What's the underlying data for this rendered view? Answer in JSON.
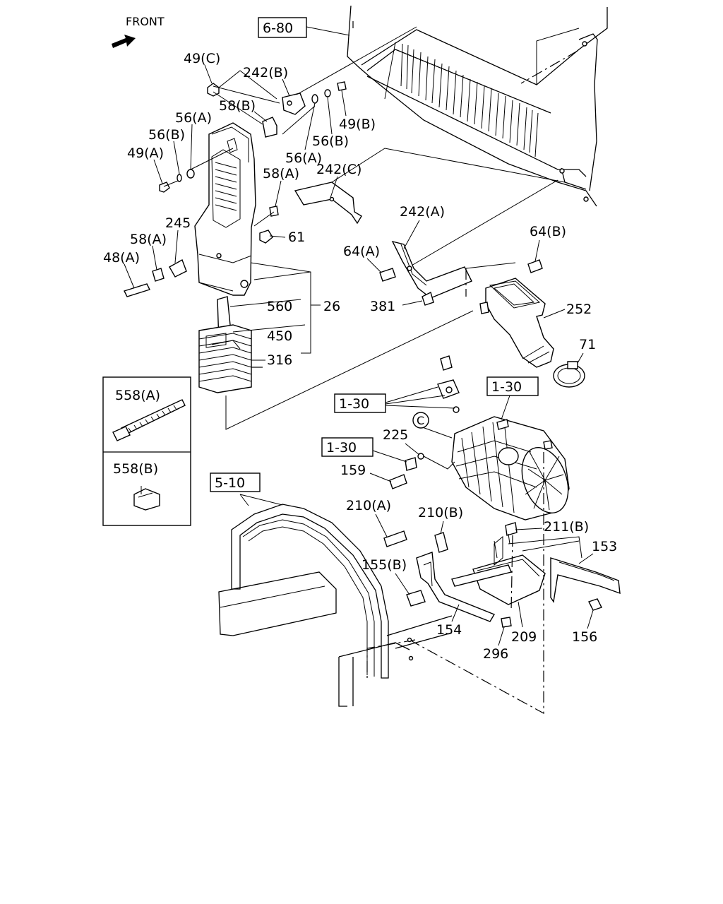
{
  "front_label": "FRONT",
  "refs": {
    "r680": "6-80",
    "r130a": "1-30",
    "r130b": "1-30",
    "r130c": "1-30",
    "r510": "5-10"
  },
  "parts": {
    "p49c": "49(C)",
    "p242b": "242(B)",
    "p58b": "58(B)",
    "p56a_1": "56(A)",
    "p56b_1": "56(B)",
    "p49a": "49(A)",
    "p49b": "49(B)",
    "p56b_2": "56(B)",
    "p56a_2": "56(A)",
    "p58a_1": "58(A)",
    "p242c": "242(C)",
    "p245": "245",
    "p58a_2": "58(A)",
    "p48a": "48(A)",
    "p61": "61",
    "p242a": "242(A)",
    "p64b": "64(B)",
    "p64a": "64(A)",
    "p381": "381",
    "p252": "252",
    "p560": "560",
    "p26": "26",
    "p450": "450",
    "p316": "316",
    "p71": "71",
    "p558a": "558(A)",
    "p558b": "558(B)",
    "p225": "225",
    "p159": "159",
    "p210a": "210(A)",
    "p210b": "210(B)",
    "p211b": "211(B)",
    "p153": "153",
    "p155b": "155(B)",
    "p154": "154",
    "p209": "209",
    "p296": "296",
    "p156": "156",
    "pc": "C"
  }
}
